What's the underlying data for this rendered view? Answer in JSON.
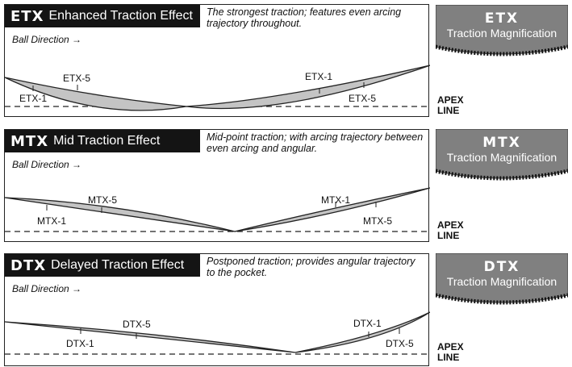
{
  "panels": [
    {
      "code": "ETX",
      "title": "Enhanced Traction Effect",
      "description": "The strongest traction; features even arcing trajectory throughout.",
      "ball_direction": "Ball Direction →",
      "labels": [
        "ETX-5",
        "ETX-1",
        "ETX-1",
        "ETX-5"
      ],
      "apex": [
        "APEX",
        "LINE"
      ],
      "badge_code": "ETX",
      "badge_text": "Traction Magnification"
    },
    {
      "code": "MTX",
      "title": "Mid Traction Effect",
      "description": "Mid-point traction; with arcing trajectory between even arcing and angular.",
      "ball_direction": "Ball Direction →",
      "labels": [
        "MTX-5",
        "MTX-1",
        "MTX-1",
        "MTX-5"
      ],
      "apex": [
        "APEX",
        "LINE"
      ],
      "badge_code": "MTX",
      "badge_text": "Traction Magnification"
    },
    {
      "code": "DTX",
      "title": "Delayed Traction Effect",
      "description": "Postponed traction; provides angular trajectory to the pocket.",
      "ball_direction": "Ball Direction →",
      "labels": [
        "DTX-5",
        "DTX-1",
        "DTX-1",
        "DTX-5"
      ],
      "apex": [
        "APEX",
        "LINE"
      ],
      "badge_code": "DTX",
      "badge_text": "Traction Magnification"
    }
  ],
  "colors": {
    "panel_border": "#222222",
    "header_bg": "#141414",
    "fill_shade": "#c4c4c4",
    "badge_bg": "#808080"
  }
}
